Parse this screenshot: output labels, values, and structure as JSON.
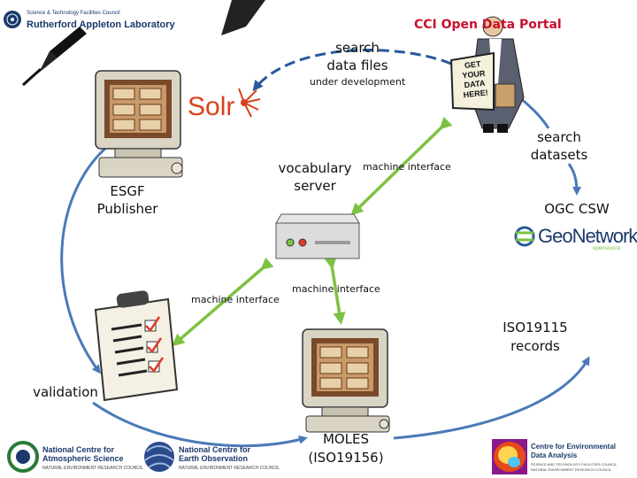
{
  "header": {
    "title": "CCI Open Data Portal",
    "org_top": "Science & Technology Facilities Council",
    "org_main": "Rutherford Appleton Laboratory"
  },
  "nodes": {
    "search_files": {
      "line1": "search",
      "line2": "data files",
      "note": "under development"
    },
    "solr": {
      "logo": "Solr"
    },
    "sign": {
      "text": "GET YOUR DATA HERE!"
    },
    "search_datasets": {
      "line1": "search",
      "line2": "datasets"
    },
    "vocab": {
      "line1": "vocabulary",
      "line2": "server"
    },
    "mi_top": "machine interface",
    "esgf": {
      "line1": "ESGF",
      "line2": "Publisher"
    },
    "ogc": "OGC CSW",
    "geonetwork": {
      "logo": "GeoNetwork",
      "sub": "opensource"
    },
    "mi_center": "machine interface",
    "mi_left": "machine interface",
    "iso": {
      "line1": "ISO19115",
      "line2": "records"
    },
    "validation": "validation",
    "moles": {
      "line1": "MOLES",
      "line2": "(ISO19156)"
    }
  },
  "footer": {
    "ncas": {
      "line1": "National Centre for",
      "line2": "Atmospheric Science",
      "sub": "NATURAL ENVIRONMENT RESEARCH COUNCIL"
    },
    "nceo": {
      "line1": "National Centre for",
      "line2": "Earth Observation",
      "sub": "NATURAL ENVIRONMENT RESEARCH COUNCIL"
    },
    "ceda": {
      "line1": "Centre for Environmental",
      "line2": "Data Analysis",
      "sub1": "SCIENCE AND TECHNOLOGY FACILITIES COUNCIL",
      "sub2": "NATURAL ENVIRONMENT RESEARCH COUNCIL"
    }
  },
  "colors": {
    "title": "#c8102e",
    "cycle_arrow": "#4a7ab8",
    "machine_arrow": "#7dc242",
    "dashed_arrow": "#2a5a9a"
  }
}
